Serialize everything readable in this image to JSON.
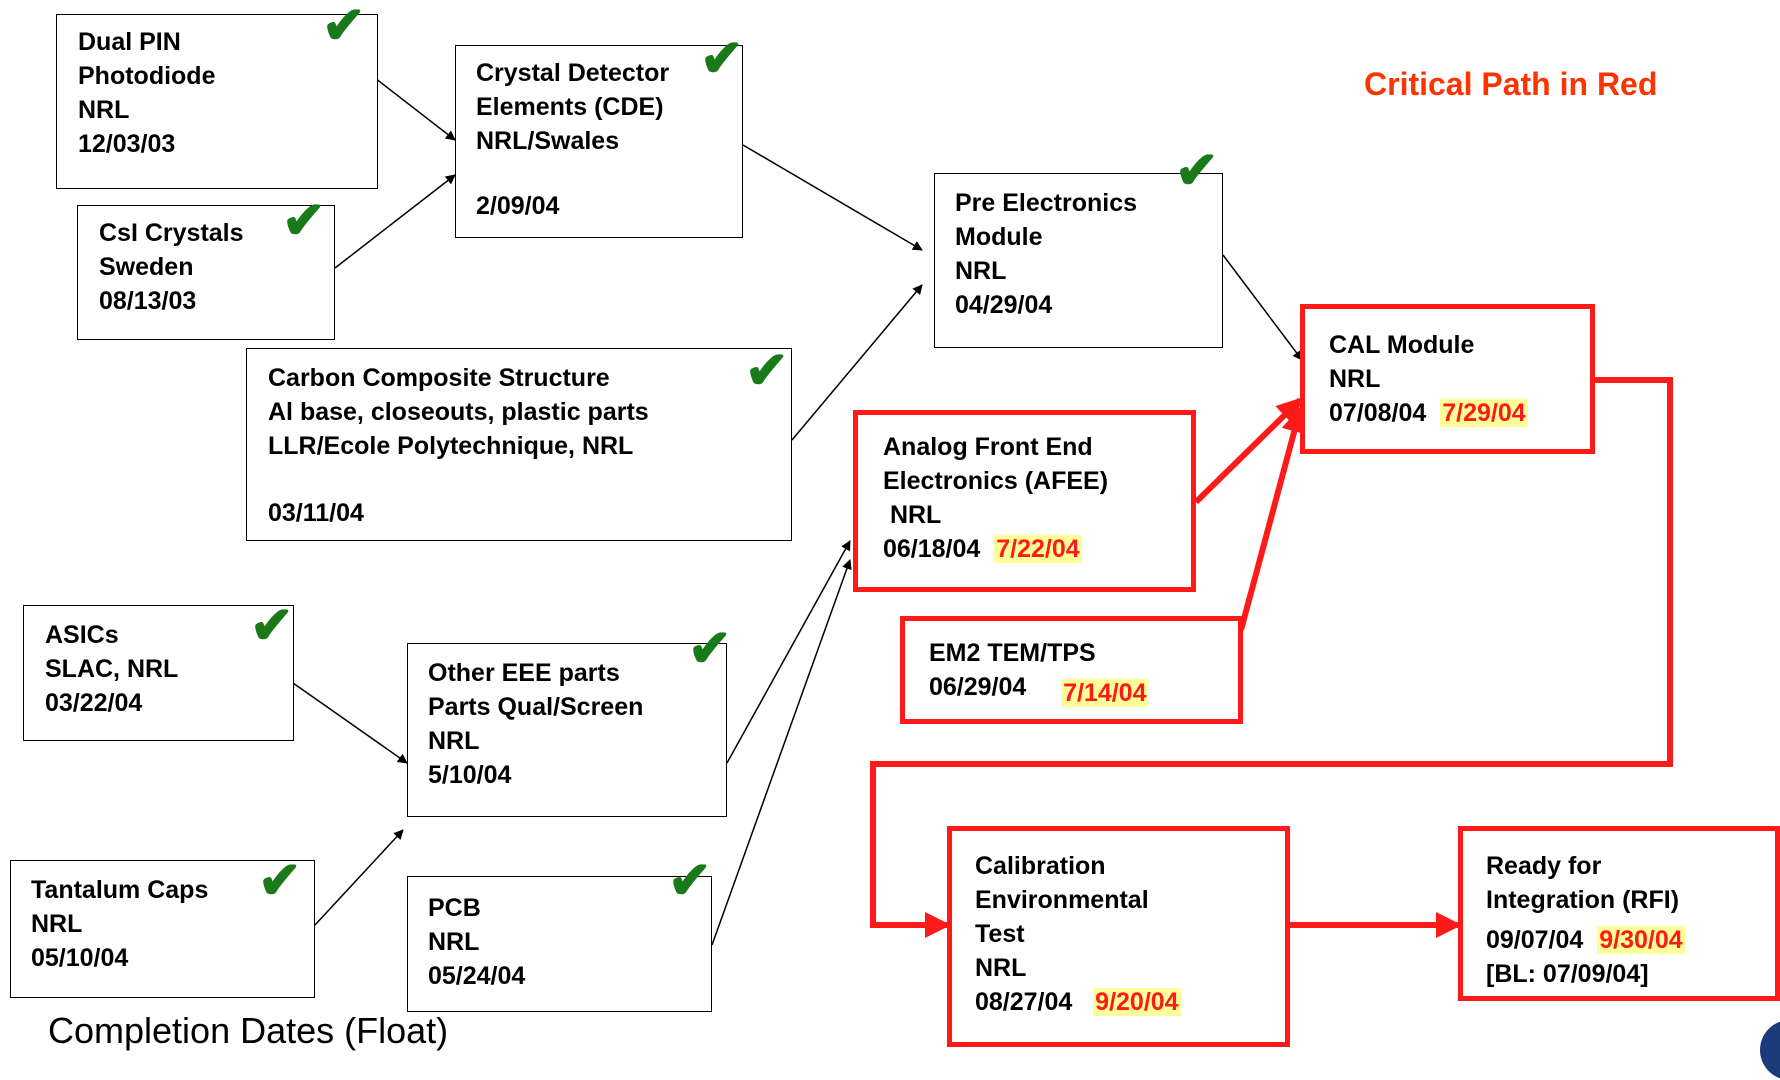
{
  "title": "Critical Path in Red",
  "footnote": "Completion Dates (Float)",
  "colors": {
    "critical": "#ff1a1a",
    "highlight": "#ffff99",
    "check": "#1a7a1a"
  },
  "check_icon": "✔",
  "boxes": {
    "dual_pin": {
      "lines": [
        "Dual PIN",
        "Photodiode",
        "NRL",
        "12/03/03"
      ]
    },
    "csi": {
      "lines": [
        "CsI Crystals",
        "Sweden",
        "08/13/03"
      ]
    },
    "cde": {
      "lines": [
        "Crystal Detector",
        "Elements (CDE)",
        "NRL/Swales"
      ],
      "date": "2/09/04"
    },
    "carbon": {
      "lines": [
        "Carbon Composite Structure",
        "Al base, closeouts, plastic parts",
        "LLR/Ecole Polytechnique, NRL"
      ],
      "date": "03/11/04"
    },
    "pre_elec": {
      "lines": [
        "Pre Electronics",
        "Module",
        "NRL",
        "04/29/04"
      ]
    },
    "afee": {
      "lines": [
        "Analog Front End",
        "Electronics (AFEE)",
        " NRL"
      ],
      "date": "06/18/04",
      "float": "7/22/04"
    },
    "cal": {
      "lines": [
        "CAL Module",
        "NRL"
      ],
      "date": "07/08/04",
      "float": "7/29/04"
    },
    "em2": {
      "lines": [
        "EM2 TEM/TPS"
      ],
      "date": "06/29/04",
      "float": "7/14/04"
    },
    "asics": {
      "lines": [
        "ASICs",
        "SLAC, NRL",
        "03/22/04"
      ]
    },
    "eee": {
      "lines": [
        "Other EEE parts",
        "Parts Qual/Screen",
        "NRL",
        "5/10/04"
      ]
    },
    "tantalum": {
      "lines": [
        "Tantalum Caps",
        "NRL",
        "05/10/04"
      ]
    },
    "pcb": {
      "lines": [
        "PCB",
        "NRL",
        "05/24/04"
      ]
    },
    "calib": {
      "lines": [
        "Calibration",
        "Environmental",
        "Test",
        "NRL"
      ],
      "date": "08/27/04",
      "float": "9/20/04"
    },
    "rfi": {
      "lines": [
        "Ready for",
        "Integration (RFI)"
      ],
      "date": "09/07/04",
      "float": "9/30/04",
      "baseline": "[BL: 07/09/04]"
    }
  }
}
